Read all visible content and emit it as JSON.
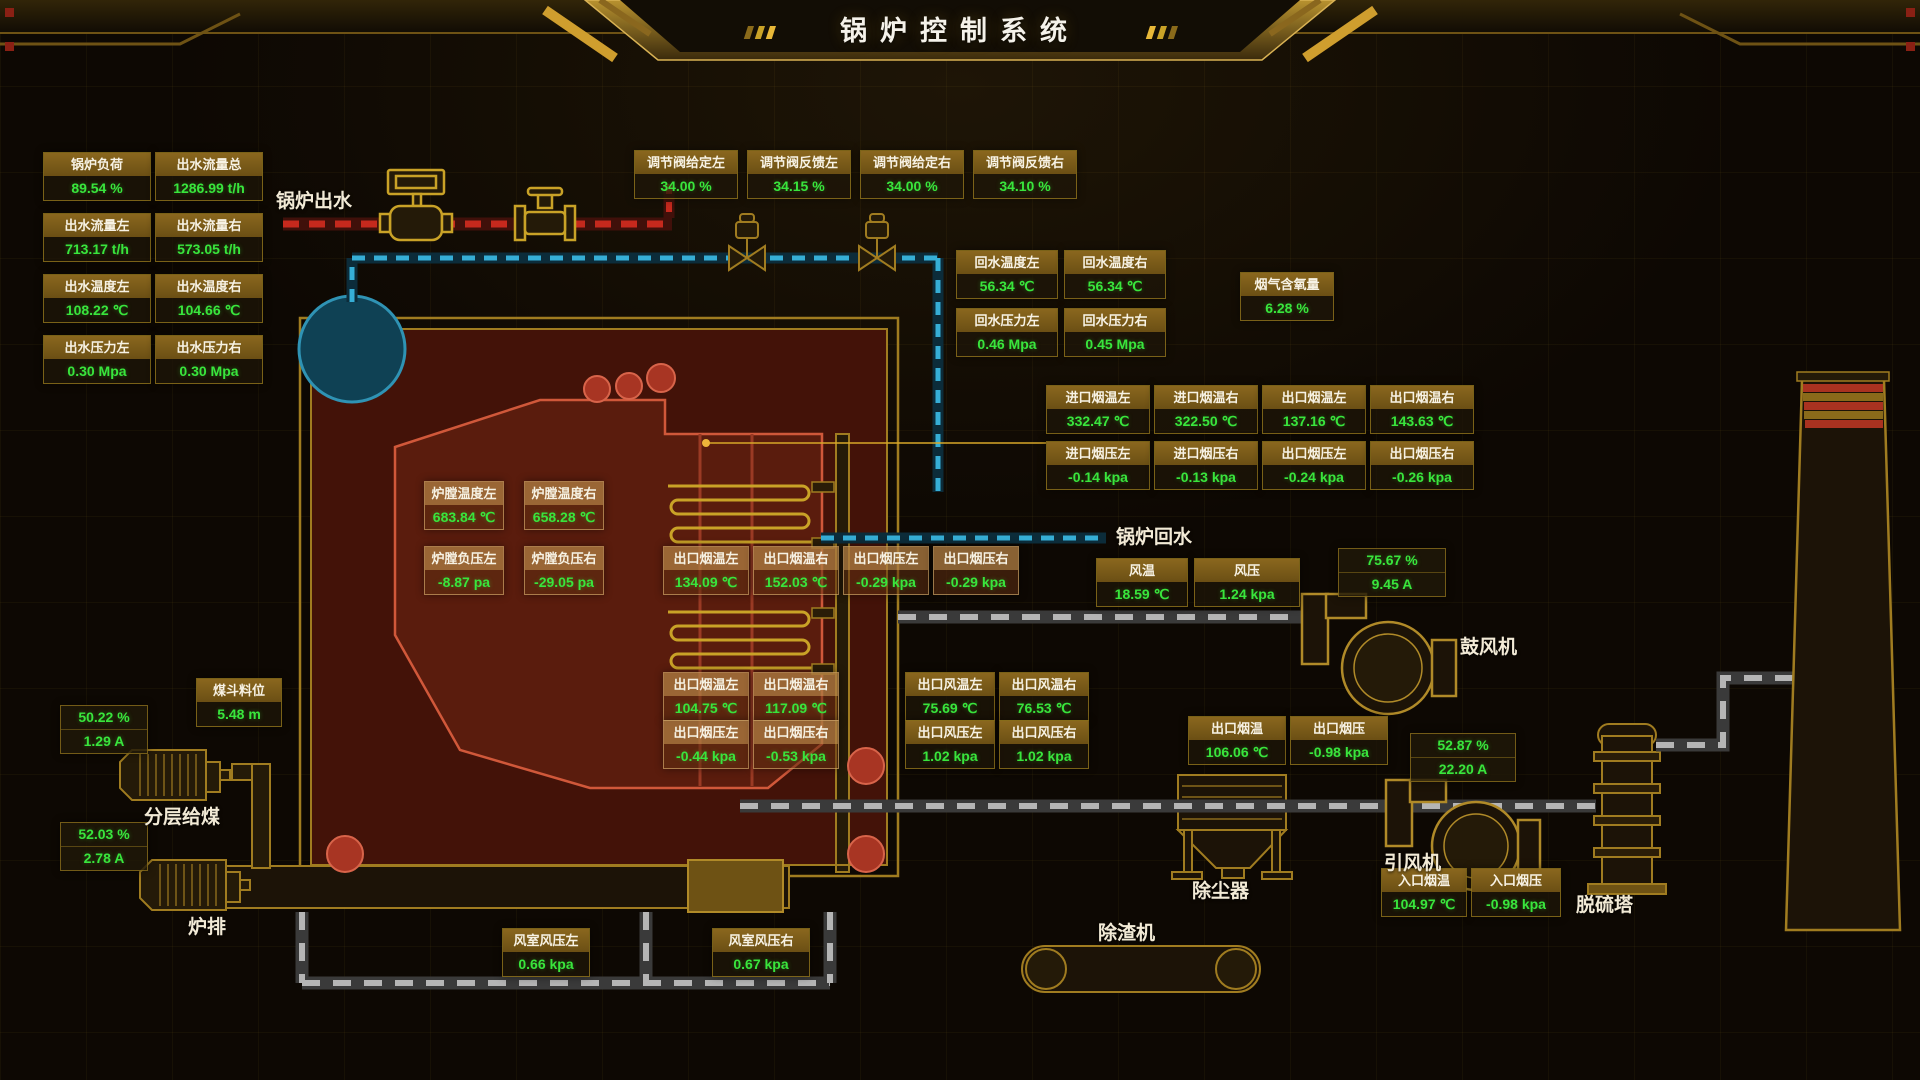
{
  "header": {
    "title": "锅炉控制系统"
  },
  "labels": {
    "boiler_out": "锅炉出水",
    "boiler_return": "锅炉回水",
    "blower": "鼓风机",
    "id_fan": "引风机",
    "dust_collector": "除尘器",
    "slag_remover": "除渣机",
    "desulfur_tower": "脱硫塔",
    "layered_feed": "分层给煤",
    "grate": "炉排"
  },
  "cards": {
    "boiler_load": {
      "label": "锅炉负荷",
      "value": "89.54 %"
    },
    "out_flow_total": {
      "label": "出水流量总",
      "value": "1286.99 t/h"
    },
    "out_flow_left": {
      "label": "出水流量左",
      "value": "713.17 t/h"
    },
    "out_flow_right": {
      "label": "出水流量右",
      "value": "573.05 t/h"
    },
    "out_temp_left": {
      "label": "出水温度左",
      "value": "108.22 ℃"
    },
    "out_temp_right": {
      "label": "出水温度右",
      "value": "104.66 ℃"
    },
    "out_press_left": {
      "label": "出水压力左",
      "value": "0.30 Mpa"
    },
    "out_press_right": {
      "label": "出水压力右",
      "value": "0.30 Mpa"
    },
    "valve_set_left": {
      "label": "调节阀给定左",
      "value": "34.00 %"
    },
    "valve_fb_left": {
      "label": "调节阀反馈左",
      "value": "34.15 %"
    },
    "valve_set_right": {
      "label": "调节阀给定右",
      "value": "34.00 %"
    },
    "valve_fb_right": {
      "label": "调节阀反馈右",
      "value": "34.10 %"
    },
    "ret_temp_left": {
      "label": "回水温度左",
      "value": "56.34 ℃"
    },
    "ret_temp_right": {
      "label": "回水温度右",
      "value": "56.34 ℃"
    },
    "ret_press_left": {
      "label": "回水压力左",
      "value": "0.46 Mpa"
    },
    "ret_press_right": {
      "label": "回水压力右",
      "value": "0.45 Mpa"
    },
    "o2": {
      "label": "烟气含氧量",
      "value": "6.28 %"
    },
    "in_smoke_temp_left": {
      "label": "进口烟温左",
      "value": "332.47 ℃"
    },
    "in_smoke_temp_right": {
      "label": "进口烟温右",
      "value": "322.50 ℃"
    },
    "out_smoke_temp_left": {
      "label": "出口烟温左",
      "value": "137.16 ℃"
    },
    "out_smoke_temp_right": {
      "label": "出口烟温右",
      "value": "143.63 ℃"
    },
    "in_smoke_press_left": {
      "label": "进口烟压左",
      "value": "-0.14 kpa"
    },
    "in_smoke_press_right": {
      "label": "进口烟压右",
      "value": "-0.13 kpa"
    },
    "out_smoke_press_left": {
      "label": "出口烟压左",
      "value": "-0.24 kpa"
    },
    "out_smoke_press_right": {
      "label": "出口烟压右",
      "value": "-0.26 kpa"
    },
    "furnace_temp_left": {
      "label": "炉膛温度左",
      "value": "683.84 ℃"
    },
    "furnace_temp_right": {
      "label": "炉膛温度右",
      "value": "658.28 ℃"
    },
    "furnace_press_left": {
      "label": "炉膛负压左",
      "value": "-8.87 pa"
    },
    "furnace_press_right": {
      "label": "炉膛负压右",
      "value": "-29.05 pa"
    },
    "eco1_smoke_temp_left": {
      "label": "出口烟温左",
      "value": "134.09 ℃"
    },
    "eco1_smoke_temp_right": {
      "label": "出口烟温右",
      "value": "152.03 ℃"
    },
    "eco1_smoke_press_left": {
      "label": "出口烟压左",
      "value": "-0.29 kpa"
    },
    "eco1_smoke_press_right": {
      "label": "出口烟压右",
      "value": "-0.29 kpa"
    },
    "eco2_smoke_temp_left": {
      "label": "出口烟温左",
      "value": "104.75 ℃"
    },
    "eco2_smoke_temp_right": {
      "label": "出口烟温右",
      "value": "117.09 ℃"
    },
    "eco2_smoke_press_left": {
      "label": "出口烟压左",
      "value": "-0.44 kpa"
    },
    "eco2_smoke_press_right": {
      "label": "出口烟压右",
      "value": "-0.53 kpa"
    },
    "out_air_temp_left": {
      "label": "出口风温左",
      "value": "75.69 ℃"
    },
    "out_air_temp_right": {
      "label": "出口风温右",
      "value": "76.53 ℃"
    },
    "out_air_press_left": {
      "label": "出口风压左",
      "value": "1.02 kpa"
    },
    "out_air_press_right": {
      "label": "出口风压右",
      "value": "1.02 kpa"
    },
    "air_temp": {
      "label": "风温",
      "value": "18.59 ℃"
    },
    "air_press": {
      "label": "风压",
      "value": "1.24 kpa"
    },
    "dc_out_smoke_temp": {
      "label": "出口烟温",
      "value": "106.06 ℃"
    },
    "dc_out_smoke_press": {
      "label": "出口烟压",
      "value": "-0.98 kpa"
    },
    "in_smoke_temp": {
      "label": "入口烟温",
      "value": "104.97 ℃"
    },
    "in_smoke_press": {
      "label": "入口烟压",
      "value": "-0.98 kpa"
    },
    "coal_level": {
      "label": "煤斗料位",
      "value": "5.48 m"
    },
    "chamber_press_left": {
      "label": "风室风压左",
      "value": "0.66 kpa"
    },
    "chamber_press_right": {
      "label": "风室风压右",
      "value": "0.67 kpa"
    }
  },
  "stats": {
    "feeder": {
      "pct": "50.22 %",
      "amp": "1.29 A"
    },
    "grate_motor": {
      "pct": "52.03 %",
      "amp": "2.78 A"
    },
    "blower": {
      "pct": "75.67 %",
      "amp": "9.45 A"
    },
    "id_fan": {
      "pct": "52.87 %",
      "amp": "22.20 A"
    }
  },
  "colors": {
    "accent_gold": "#c9a227",
    "value_green": "#39e53c",
    "pipe_red": "#c5291d",
    "pipe_blue": "#36aed6",
    "pipe_gray": "#b5b5b5",
    "furnace_red": "#5a1c0d",
    "drum_teal": "#0f4154"
  }
}
